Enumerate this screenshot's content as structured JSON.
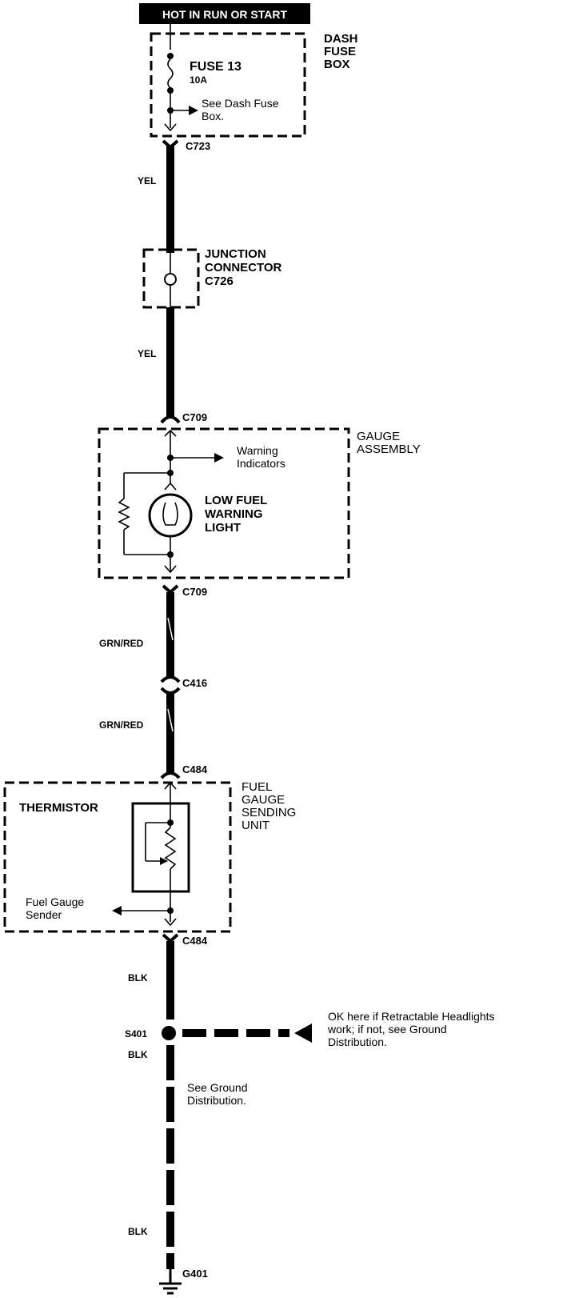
{
  "header": {
    "text": "HOT IN RUN OR START"
  },
  "dash_fuse_box": {
    "title_lines": [
      "DASH",
      "FUSE",
      "BOX"
    ],
    "fuse_name": "FUSE 13",
    "fuse_rating": "10A",
    "note_lines": [
      "See Dash Fuse",
      "Box."
    ]
  },
  "connectors": {
    "c723": "C723",
    "c709_top": "C709",
    "c709_bottom": "C709",
    "c416": "C416",
    "c484_top": "C484",
    "c484_bottom": "C484"
  },
  "wires": {
    "yel_1": "YEL",
    "yel_2": "YEL",
    "grn_red_1": "GRN/RED",
    "grn_red_2": "GRN/RED",
    "blk_1": "BLK",
    "blk_2": "BLK",
    "blk_3": "BLK"
  },
  "junction_connector": {
    "lines": [
      "JUNCTION",
      "CONNECTOR",
      "C726"
    ]
  },
  "gauge_assembly": {
    "title_lines": [
      "GAUGE",
      "ASSEMBLY"
    ],
    "warning_lines": [
      "Warning",
      "Indicators"
    ],
    "light_lines": [
      "LOW FUEL",
      "WARNING",
      "LIGHT"
    ]
  },
  "fuel_gauge_sending_unit": {
    "title_lines": [
      "FUEL",
      "GAUGE",
      "SENDING",
      "UNIT"
    ],
    "thermistor": "THERMISTOR",
    "sender_lines": [
      "Fuel Gauge",
      "Sender"
    ]
  },
  "splice": {
    "name": "S401",
    "note_lines": [
      "OK here if Retractable Headlights",
      "work; if not, see Ground",
      "Distribution."
    ]
  },
  "ground_note_lines": [
    "See Ground",
    "Distribution."
  ],
  "ground": {
    "name": "G401"
  }
}
